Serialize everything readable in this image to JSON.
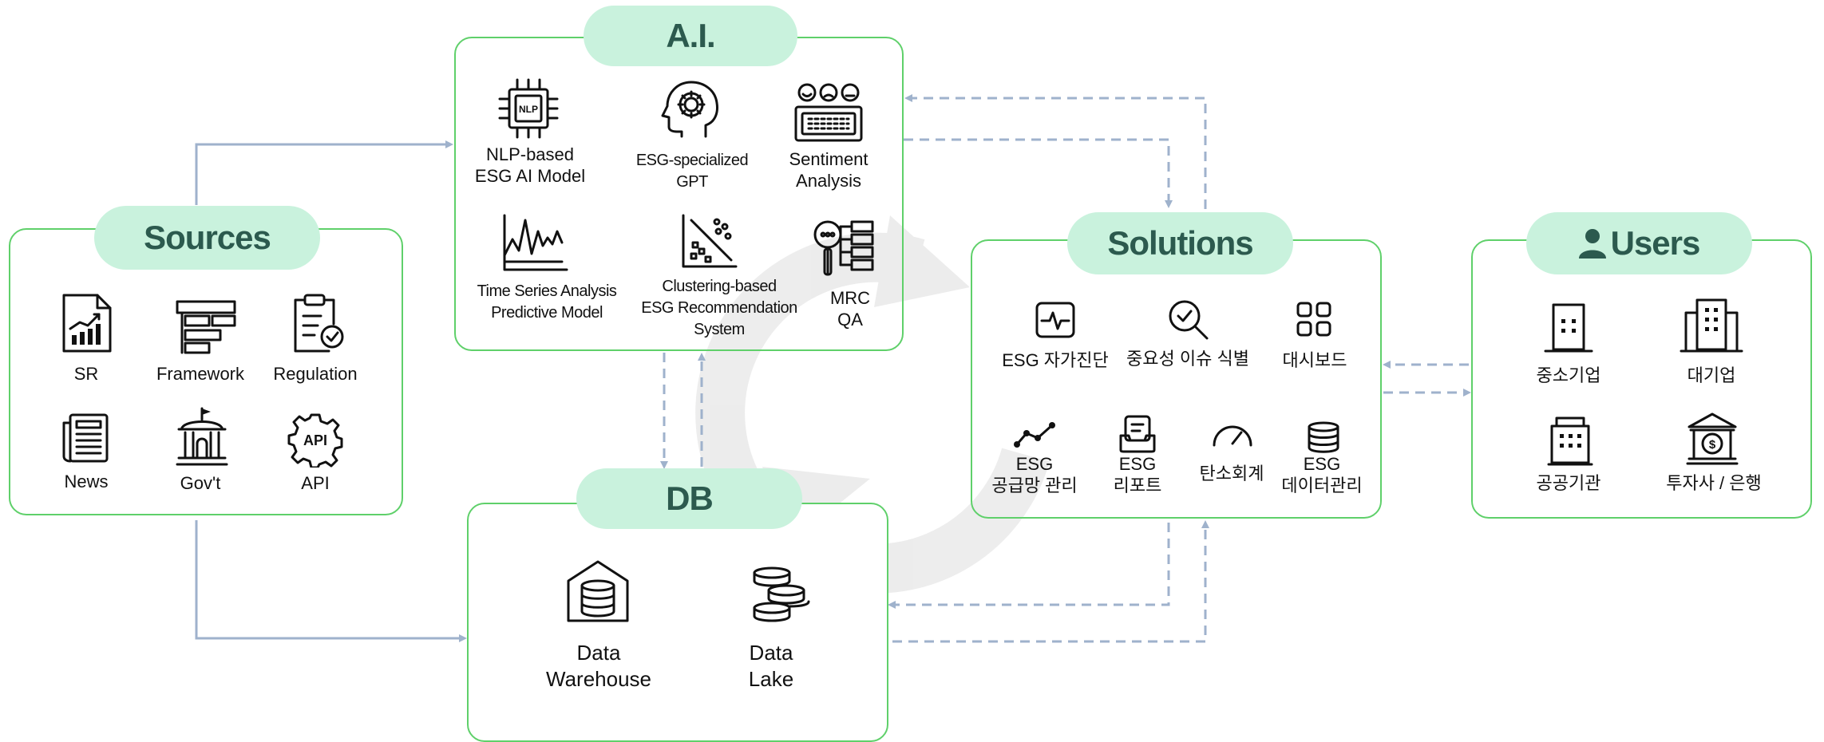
{
  "colors": {
    "box_border": "#5fd06a",
    "pill_bg": "#c9f2dd",
    "pill_text": "#2c5a4e",
    "arrow": "#9fb2cc",
    "cycle": "#ebebeb"
  },
  "ai": {
    "title": "A.I.",
    "items": [
      {
        "icon": "nlp-chip-icon",
        "line1": "NLP-based",
        "line2": "ESG AI Model"
      },
      {
        "icon": "gear-head-icon",
        "line1": "ESG-specialized",
        "line2": "GPT"
      },
      {
        "icon": "faces-keyboard-icon",
        "line1": "Sentiment",
        "line2": "Analysis"
      },
      {
        "icon": "line-chart-icon",
        "line1": "Time Series Analysis",
        "line2": "Predictive Model"
      },
      {
        "icon": "scatter-plot-icon",
        "line1": "Clustering-based",
        "line2": "ESG Recommendation",
        "line3": "System"
      },
      {
        "icon": "magnifier-list-icon",
        "line1": "MRC",
        "line2": "QA"
      }
    ]
  },
  "sources": {
    "title": "Sources",
    "items": [
      {
        "icon": "report-chart-icon",
        "label": "SR"
      },
      {
        "icon": "framework-icon",
        "label": "Framework"
      },
      {
        "icon": "clipboard-check-icon",
        "label": "Regulation"
      },
      {
        "icon": "newspaper-icon",
        "label": "News"
      },
      {
        "icon": "government-building-icon",
        "label": "Gov't"
      },
      {
        "icon": "api-gear-icon",
        "label": "API"
      }
    ]
  },
  "solutions": {
    "title": "Solutions",
    "items": [
      {
        "icon": "pulse-icon",
        "line1": "ESG 자가진단"
      },
      {
        "icon": "search-check-icon",
        "line1": "중요성 이슈 식별"
      },
      {
        "icon": "dashboard-grid-icon",
        "line1": "대시보드"
      },
      {
        "icon": "network-line-icon",
        "line1": "ESG",
        "line2": "공급망 관리"
      },
      {
        "icon": "report-tray-icon",
        "line1": "ESG",
        "line2": "리포트"
      },
      {
        "icon": "gauge-icon",
        "line1": "탄소회계"
      },
      {
        "icon": "database-icon",
        "line1": "ESG",
        "line2": "데이터관리"
      }
    ]
  },
  "users": {
    "title": "Users",
    "items": [
      {
        "icon": "small-building-icon",
        "label": "중소기업"
      },
      {
        "icon": "large-building-icon",
        "label": "대기업"
      },
      {
        "icon": "public-building-icon",
        "label": "공공기관"
      },
      {
        "icon": "bank-icon",
        "label": "투자사 / 은행"
      }
    ]
  },
  "db": {
    "title": "DB",
    "items": [
      {
        "icon": "warehouse-icon",
        "line1": "Data",
        "line2": "Warehouse"
      },
      {
        "icon": "coin-stack-icon",
        "line1": "Data",
        "line2": "Lake"
      }
    ]
  }
}
